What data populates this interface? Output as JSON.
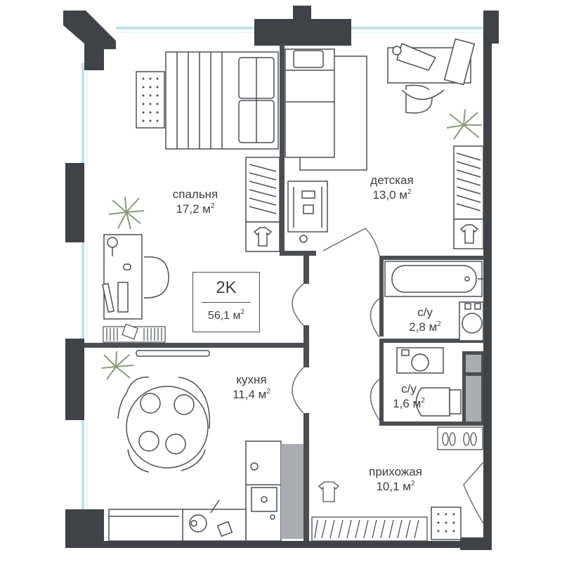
{
  "apartment": {
    "type": "2K",
    "total_area": "56,1",
    "unit": "м"
  },
  "rooms": {
    "bedroom": {
      "name": "спальня",
      "area": "17,2",
      "unit": "м"
    },
    "kids": {
      "name": "детская",
      "area": "13,0",
      "unit": "м"
    },
    "bath1": {
      "name": "с/у",
      "area": "2,8",
      "unit": "м"
    },
    "bath2": {
      "name": "с/у",
      "area": "1,6",
      "unit": "м"
    },
    "kitchen": {
      "name": "кухня",
      "area": "11,4",
      "unit": "м"
    },
    "hall": {
      "name": "прихожая",
      "area": "10,1",
      "unit": "м"
    }
  },
  "colors": {
    "wall": "#3f4246",
    "line": "#6b7075",
    "window": "#bfe3ea",
    "text": "#3a3f44",
    "plant": "#8a9a7a"
  }
}
